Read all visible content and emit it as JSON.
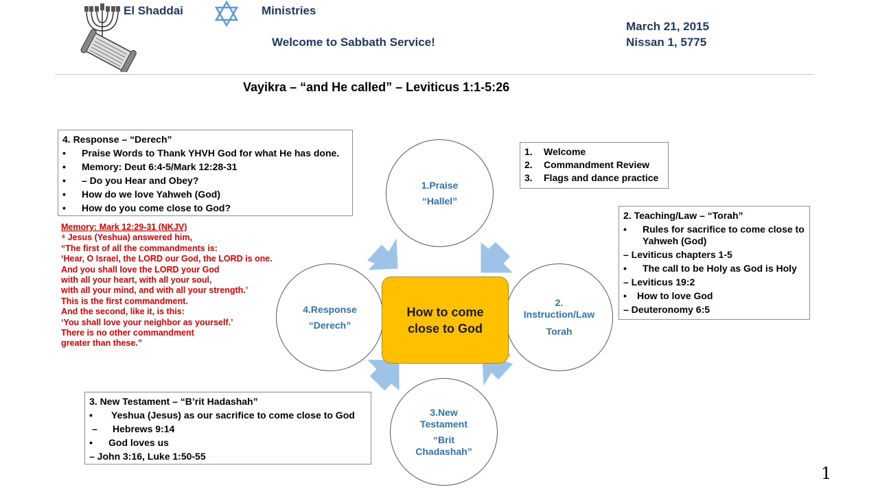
{
  "header": {
    "org_left": "El Shaddai",
    "org_right": "Ministries",
    "welcome": "Welcome to Sabbath Service!",
    "date_gregorian": "March 21, 2015",
    "date_hebrew": "Nissan 1, 5775"
  },
  "title": "Vayikra – “and He called” – Leviticus 1:1-5:26",
  "box_response": {
    "heading": "4. Response – “Derech”",
    "items": [
      "Praise Words to Thank YHVH God for what He has done.",
      "Memory:   Deut 6:4-5/Mark 12:28-31",
      "– Do you Hear and Obey?",
      "How do we love Yahweh (God)",
      "How do you come close to God?"
    ]
  },
  "box_welcome": {
    "items": [
      {
        "num": "1.",
        "text": "Welcome"
      },
      {
        "num": "2.",
        "text": "Commandment Review"
      },
      {
        "num": "3.",
        "text": "Flags and dance practice"
      }
    ]
  },
  "box_teaching": {
    "heading": "2. Teaching/Law – “Torah”",
    "lines": [
      {
        "bullet": "•",
        "text": "Rules for sacrifice to come close to Yahweh (God)"
      },
      {
        "bullet": "",
        "text": " – Leviticus chapters 1-5"
      },
      {
        "bullet": "•",
        "text": "The call to be Holy as God is Holy"
      },
      {
        "bullet": "",
        "text": " – Leviticus 19:2"
      },
      {
        "bullet": "•",
        "text": "How to love God"
      },
      {
        "bullet": "",
        "text": "– Deuteronomy 6:5"
      }
    ]
  },
  "box_nt": {
    "heading": "3.  New Testament – “B’rit Hadashah”",
    "lines": [
      {
        "bullet": "•",
        "text": "Yeshua (Jesus) as our sacrifice to come close to God"
      },
      {
        "bullet": "–",
        "text": "Hebrews 9:14"
      },
      {
        "bullet": "•",
        "text": "God loves us"
      },
      {
        "bullet": "",
        "text": " – John 3:16, Luke 1:50-55"
      }
    ]
  },
  "memory": {
    "lines": [
      "Memory:  Mark 12:29-31 (NKJV)",
      "⁴ Jesus (Yeshua) answered him,",
      "“The first of all the commandments is:",
      " ‘Hear, O Israel, the LORD our God, the LORD is one.",
      "And you shall love the LORD your God",
      " with all your heart, with all your soul,",
      " with all your mind, and with all your strength.’",
      "This is the first commandment.",
      "  And the second, like it, is this:",
      "‘You shall love your neighbor as yourself.’",
      "There is no other commandment",
      " greater than these.”"
    ]
  },
  "cycle": {
    "center": [
      "How to come",
      "close to God"
    ],
    "praise": [
      "1.Praise",
      "“Hallel”"
    ],
    "instruction": [
      "2.",
      "Instruction/Law",
      "Torah"
    ],
    "new_testament": [
      "3.New",
      "Testament",
      "“Brit",
      "Chadashah”"
    ],
    "response": [
      "4.Response",
      "“Derech”"
    ]
  },
  "page_number": "1",
  "colors": {
    "header_text": "#1f3864",
    "circle_text": "#2e74b5",
    "center_fill": "#ffc000",
    "arrow_fill": "#9dc3e6",
    "memory_text": "#e00000"
  }
}
